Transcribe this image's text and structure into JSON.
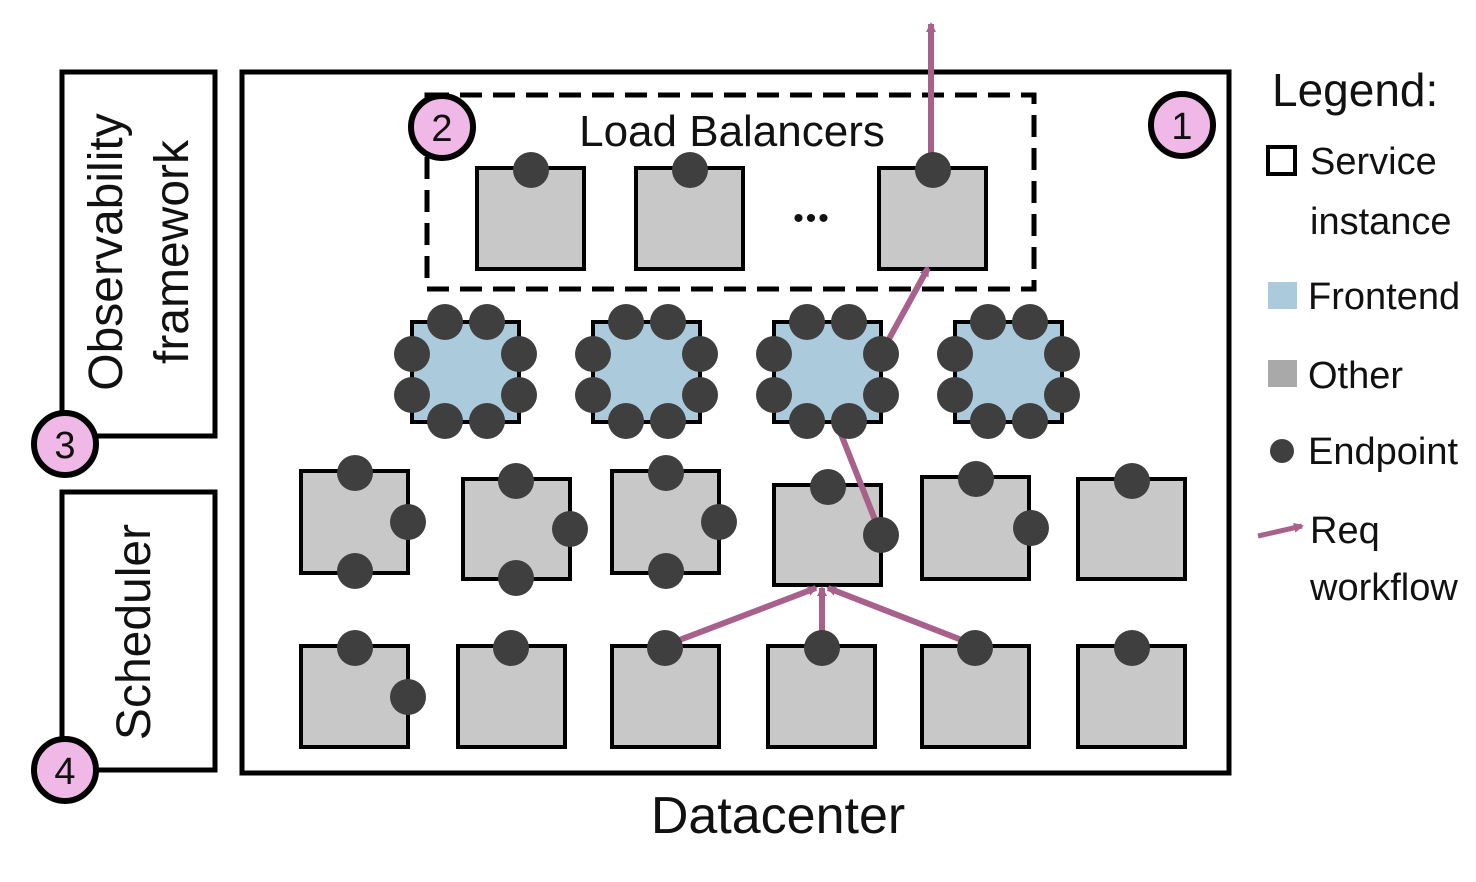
{
  "labels": {
    "load_balancers": "Load Balancers",
    "datacenter": "Datacenter",
    "observability": "Observability",
    "framework": "framework",
    "scheduler": "Scheduler"
  },
  "badges": {
    "datacenter": "1",
    "load_balancers": "2",
    "observability": "3",
    "scheduler": "4"
  },
  "ellipsis": "•••",
  "legend": {
    "title": "Legend:",
    "service_line1": "Service",
    "service_line2": "instance",
    "frontend": "Frontend",
    "other": "Other",
    "endpoint": "Endpoint",
    "req_line1": "Req",
    "req_line2": "workflow"
  },
  "colors": {
    "frontend": "#abcadc",
    "other": "#c8c8c8",
    "endpoint": "#3f3f3f",
    "arrow": "#a8618a",
    "badge": "#f0b8e6",
    "border": "#000000"
  },
  "icons": {
    "endpoint": "filled-circle",
    "arrow": "double-headed-arrow",
    "service": "square-outline"
  }
}
